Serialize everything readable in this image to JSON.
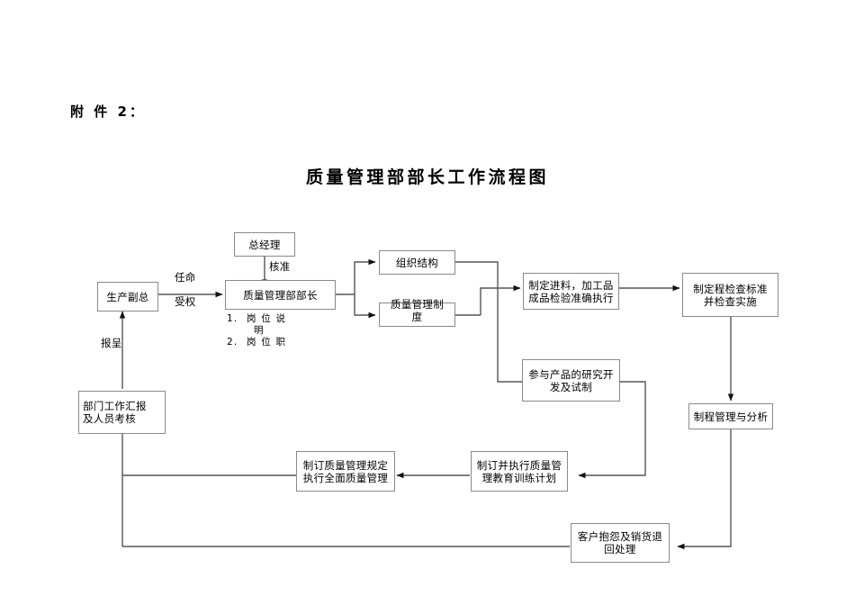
{
  "document": {
    "attachment_label": "附 件 2：",
    "title": "质量管理部部长工作流程图"
  },
  "nodes": {
    "general_manager": "总经理",
    "production_vp": "生产副总",
    "qm_director": "质量管理部部长",
    "org_structure": "组织结构",
    "qm_system": "质量管理制度",
    "inspection_exec": "制定进料，加工品成品检验准确执行",
    "inspection_standard": "制定程检查标准并检查实施",
    "rnd_participation": "参与产品的研究开发及试制",
    "process_analysis": "制程管理与分析",
    "dept_report": "部门工作汇报及人员考核",
    "tqm_rules": "制订质量管理规定执行全面质量管理",
    "training_plan": "制订并执行质量管理教育训练计划",
    "customer_complaint": "客户抱怨及销货退回处理"
  },
  "node_lines": {
    "inspection_exec_line1": "制定进料，加工品",
    "inspection_exec_line2": "成品检验准确执行",
    "inspection_standard_line1": "制定程检查标准",
    "inspection_standard_line2": "并检查实施",
    "rnd_line1": "参与产品的研究开",
    "rnd_line2": "发及试制",
    "dept_report_line1": "部门工作汇报",
    "dept_report_line2": "及人员考核",
    "tqm_line1": "制订质量管理规定",
    "tqm_line2": "执行全面质量管理",
    "training_line1": "制订并执行质量管",
    "training_line2": "理教育训练计划",
    "complaint_line1": "客户抱怨及销货退",
    "complaint_line2": "回处理",
    "qm_system_line1": "质量管理制",
    "qm_system_line2": "度"
  },
  "edge_labels": {
    "approve": "核准",
    "appoint": "任命",
    "authorize": "受权",
    "report": "报呈"
  },
  "duties_list": {
    "item1_number": "1.",
    "item1_text": "岗 位 说",
    "item1_cont": "明",
    "item2_number": "2.",
    "item2_text": "岗 位 职"
  },
  "colors": {
    "background": "#ffffff",
    "text": "#000000",
    "box_border": "#8a8a8a",
    "connector": "#555555"
  }
}
